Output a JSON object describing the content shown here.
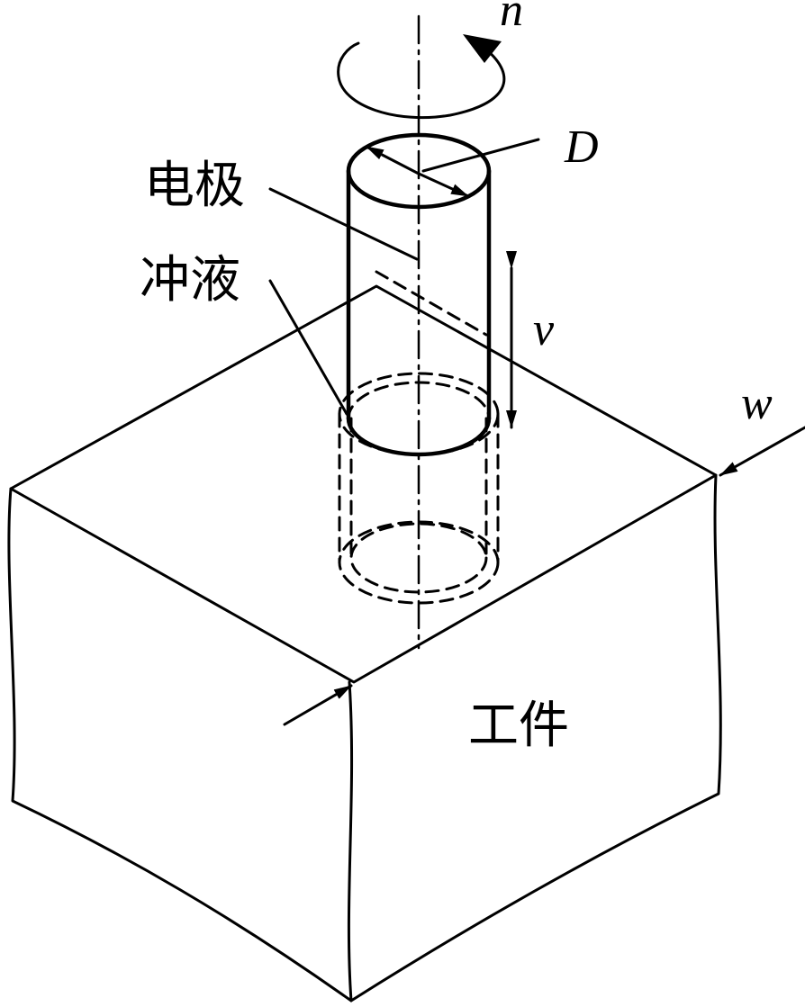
{
  "labels": {
    "electrode": "电极",
    "flushing": "冲液",
    "workpiece": "工件",
    "rotation": "n",
    "diameter": "D",
    "feed": "v",
    "width": "w"
  },
  "colors": {
    "stroke": "#000000",
    "background": "#ffffff"
  }
}
